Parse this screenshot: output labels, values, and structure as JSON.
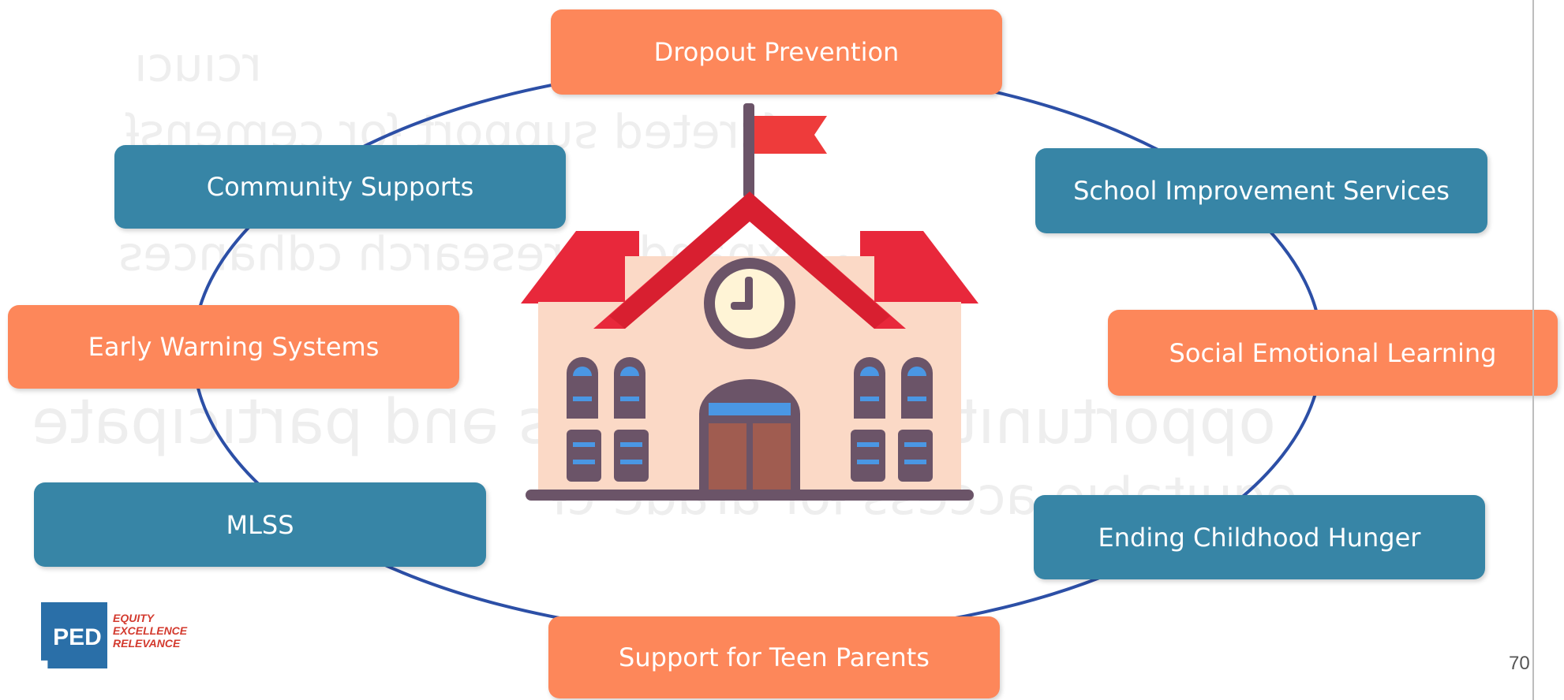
{
  "diagram": {
    "colors": {
      "orange": "#fd875a",
      "blue": "#3785a6",
      "ring": "#2c4fa6"
    },
    "center_icon": "school-building-icon",
    "boxes": [
      {
        "id": "dropout",
        "label": "Dropout Prevention",
        "color": "orange"
      },
      {
        "id": "community",
        "label": "Community Supports",
        "color": "blue"
      },
      {
        "id": "school-improvement",
        "label": "School Improvement Services",
        "color": "blue"
      },
      {
        "id": "early-warning",
        "label": "Early Warning Systems",
        "color": "orange"
      },
      {
        "id": "sel",
        "label": "Social Emotional Learning",
        "color": "orange"
      },
      {
        "id": "mlss",
        "label": "MLSS",
        "color": "blue"
      },
      {
        "id": "hunger",
        "label": "Ending Childhood Hunger",
        "color": "blue"
      },
      {
        "id": "teen-parents",
        "label": "Support for Teen Parents",
        "color": "orange"
      }
    ]
  },
  "logo": {
    "acronym": "PED",
    "tagline": [
      "EQUITY",
      "EXCELLENCE",
      "RELEVANCE"
    ]
  },
  "page_number": "70"
}
